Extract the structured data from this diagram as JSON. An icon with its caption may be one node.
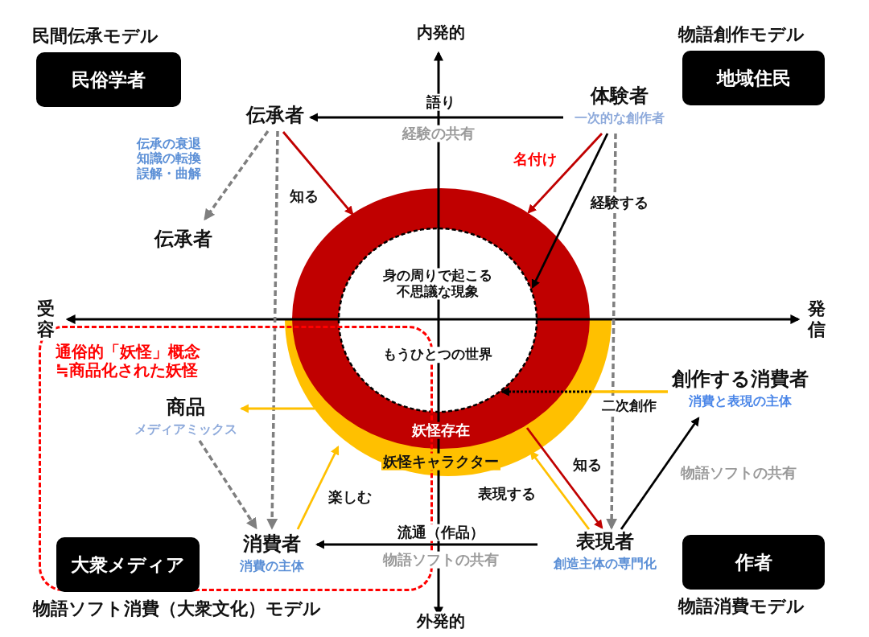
{
  "diagram": {
    "nodes": [
      {
        "text": [
          "民俗学者"
        ],
        "beside": [
          "民間伝承モデル"
        ]
      },
      {
        "text": [
          "地域住民"
        ],
        "beside": [
          "物語創作モデル"
        ]
      },
      {
        "text": [
          "伝承者"
        ]
      },
      {
        "text": [
          "体験者",
          "一次的な創作者"
        ]
      },
      {
        "text": [
          "伝承者"
        ]
      },
      {
        "text": [
          "妖怪存在",
          "妖怪キャラクター"
        ]
      },
      {
        "text": [
          "身の周りで起こる不思議な現象",
          "もうひとつの世界"
        ],
        "in": 5
      },
      {
        "text": [
          "通俗的「妖怪」概念≒商品化された妖怪"
        ]
      },
      {
        "text": [
          "商品",
          "メディアミックス"
        ],
        "in": 7
      },
      {
        "text": [
          "大衆メディア"
        ],
        "in": 7,
        "beside": [
          "物語ソフト消費（大衆文化）モデル"
        ]
      },
      {
        "text": [
          "消費者",
          "消費の主体"
        ],
        "in": 7
      },
      {
        "text": [
          "創作する消費者",
          "消費と表現の主体"
        ]
      },
      {
        "text": [
          "表現者",
          "創造主体の専門化"
        ]
      },
      {
        "text": [
          "作者"
        ],
        "beside": [
          "物語消費モデル"
        ]
      }
    ],
    "edges": [
      {
        "from": 3,
        "to": 2,
        "arrow": "to",
        "label": "語り"
      },
      {
        "from": 2,
        "to": 4,
        "arrow": "to",
        "label": "伝承の衰退知識の転換誤解・曲解",
        "style": "dashed",
        "color": "#7f7f7f"
      },
      {
        "from": 2,
        "to": 10,
        "arrow": "to",
        "style": "dashed",
        "color": "#7f7f7f"
      },
      {
        "from": 2,
        "to": 5,
        "arrow": "to",
        "label": "知る",
        "color": "#c00000"
      },
      {
        "from": 3,
        "to": 5,
        "arrow": "to",
        "label": "名付け",
        "color": "#c00000"
      },
      {
        "from": 3,
        "to": 6,
        "arrow": "to",
        "label": "経験する"
      },
      {
        "from": 3,
        "to": 12,
        "arrow": "to",
        "style": "dashed",
        "color": "#7f7f7f"
      },
      {
        "from": 5,
        "to": 8,
        "arrow": "to",
        "color": "#ffc000"
      },
      {
        "from": 8,
        "to": 10,
        "arrow": "to",
        "style": "dashed",
        "color": "#7f7f7f"
      },
      {
        "from": 10,
        "to": 5,
        "arrow": "to",
        "label": "楽しむ",
        "color": "#ffc000"
      },
      {
        "from": 12,
        "to": 10,
        "arrow": "to",
        "label": "流通（作品）"
      },
      {
        "from": 12,
        "to": 5,
        "arrow": "to",
        "label": "表現する",
        "color": "#ffc000"
      },
      {
        "from": 5,
        "to": 12,
        "arrow": "to",
        "label": "知る",
        "color": "#c00000"
      },
      {
        "from": 12,
        "to": 11,
        "arrow": "to",
        "label": "物語ソフトの共有"
      },
      {
        "from": 11,
        "to": 6,
        "arrow": "to",
        "label": "二次創作",
        "style": "dashed"
      }
    ],
    "labels": [
      "内発的",
      "経験の共有",
      "受容",
      "発信",
      "物語ソフトの共有",
      "外発的"
    ]
  }
}
